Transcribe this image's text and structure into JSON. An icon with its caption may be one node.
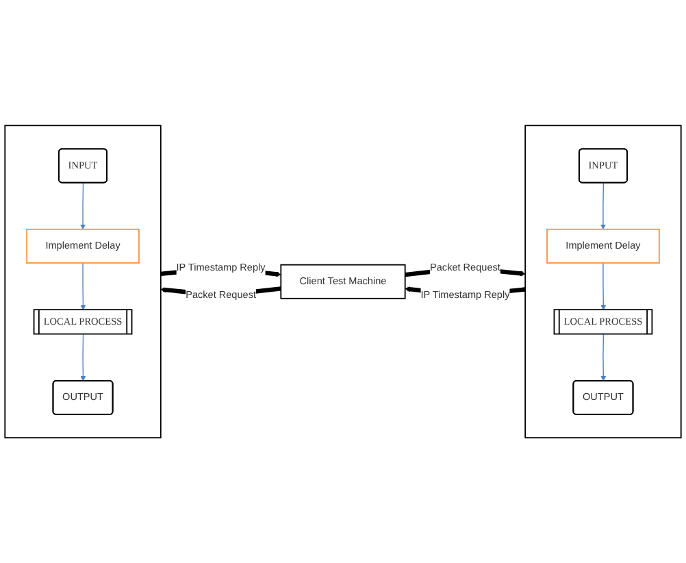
{
  "diagram": {
    "nodes": [
      {
        "text": [
          "Client Test Machine"
        ]
      },
      {
        "text": [],
        "shape": "box"
      },
      {
        "text": [
          "INPUT"
        ],
        "in": 1
      },
      {
        "text": [
          "Implement Delay"
        ],
        "in": 1
      },
      {
        "text": [
          "LOCAL PROCESS"
        ],
        "in": 1
      },
      {
        "text": [
          "OUTPUT"
        ],
        "in": 1
      },
      {
        "text": [],
        "shape": "box"
      },
      {
        "text": [
          "INPUT"
        ],
        "in": 6
      },
      {
        "text": [
          "Implement Delay"
        ],
        "in": 6
      },
      {
        "text": [
          "LOCAL PROCESS"
        ],
        "in": 6
      },
      {
        "text": [
          "OUTPUT"
        ],
        "in": 6
      }
    ],
    "edges": [
      {
        "from": 0,
        "to": 1,
        "arrow": "to",
        "label": "Packet Request",
        "style": "thick",
        "color": "#000000"
      },
      {
        "from": 1,
        "to": 0,
        "arrow": "to",
        "label": "IP Timestamp Reply",
        "style": "thick",
        "color": "#000000"
      },
      {
        "from": 0,
        "to": 6,
        "arrow": "to",
        "label": "Packet Request",
        "style": "thick",
        "color": "#000000"
      },
      {
        "from": 6,
        "to": 0,
        "arrow": "to",
        "label": "IP Timestamp Reply",
        "style": "thick",
        "color": "#000000"
      },
      {
        "from": 2,
        "to": 3,
        "arrow": "to"
      },
      {
        "from": 3,
        "to": 4,
        "arrow": "to"
      },
      {
        "from": 4,
        "to": 5,
        "arrow": "to"
      },
      {
        "from": 7,
        "to": 8,
        "arrow": "to"
      },
      {
        "from": 8,
        "to": 9,
        "arrow": "to"
      },
      {
        "from": 9,
        "to": 10,
        "arrow": "to"
      }
    ]
  }
}
